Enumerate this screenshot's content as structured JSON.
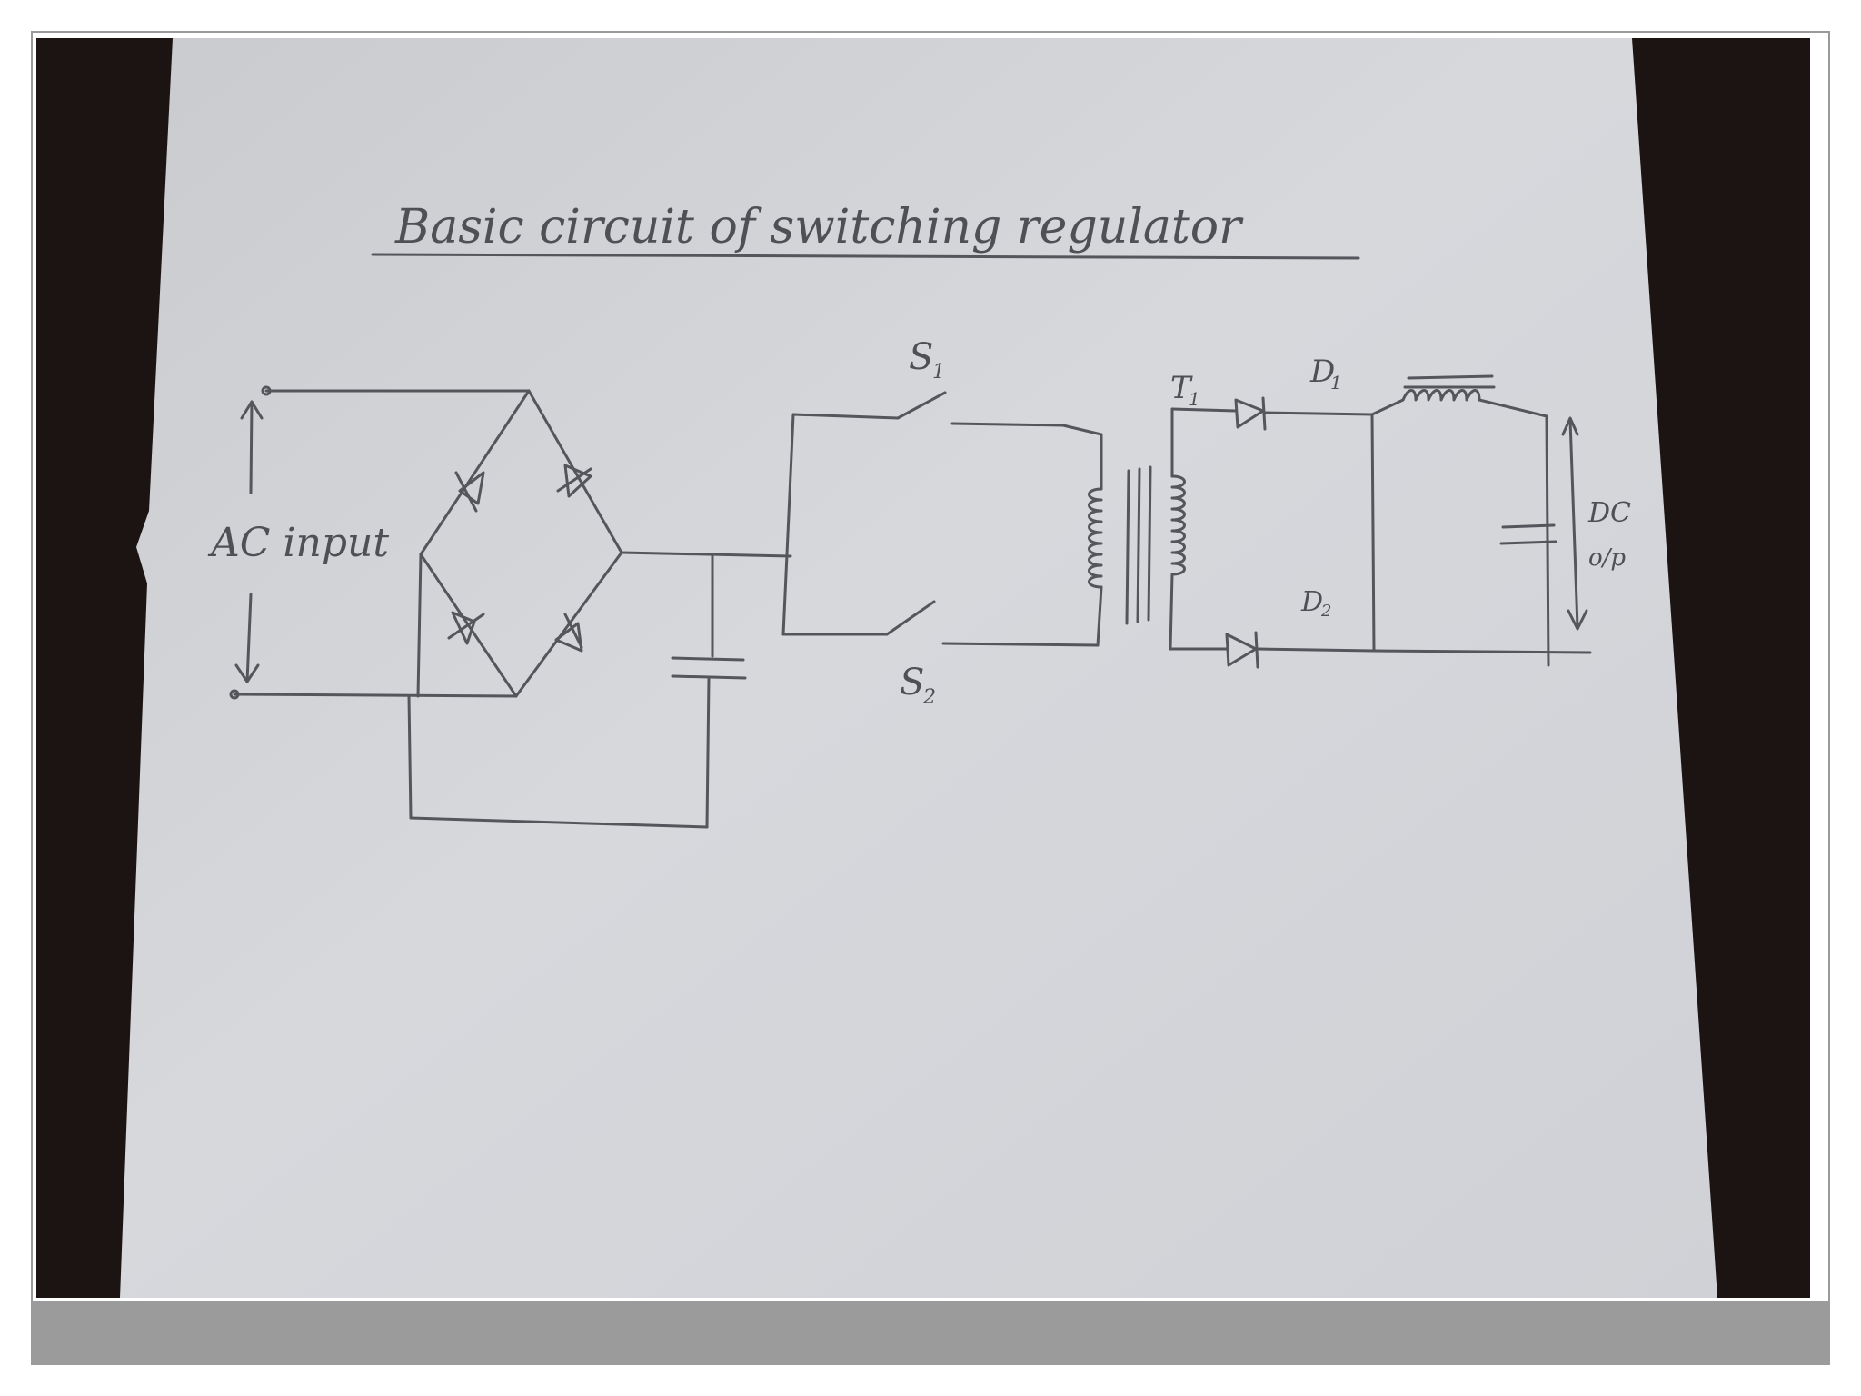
{
  "diagram": {
    "title": "Basic circuit of switching regulator",
    "labels": {
      "ac_input": "AC input",
      "switch_1": "S",
      "switch_1_sub": "1",
      "switch_2": "S",
      "switch_2_sub": "2",
      "transformer": "T",
      "transformer_sub": "1",
      "diode_1": "D",
      "diode_1_sub": "1",
      "diode_2": "D",
      "diode_2_sub": "2",
      "dc_out_top": "DC",
      "dc_out_bottom": "o/p"
    }
  },
  "colors": {
    "paper": "#d4d6da",
    "pencil": "#55565c",
    "background": "#1c1413",
    "bottom_bar": "#9b9b9b"
  }
}
